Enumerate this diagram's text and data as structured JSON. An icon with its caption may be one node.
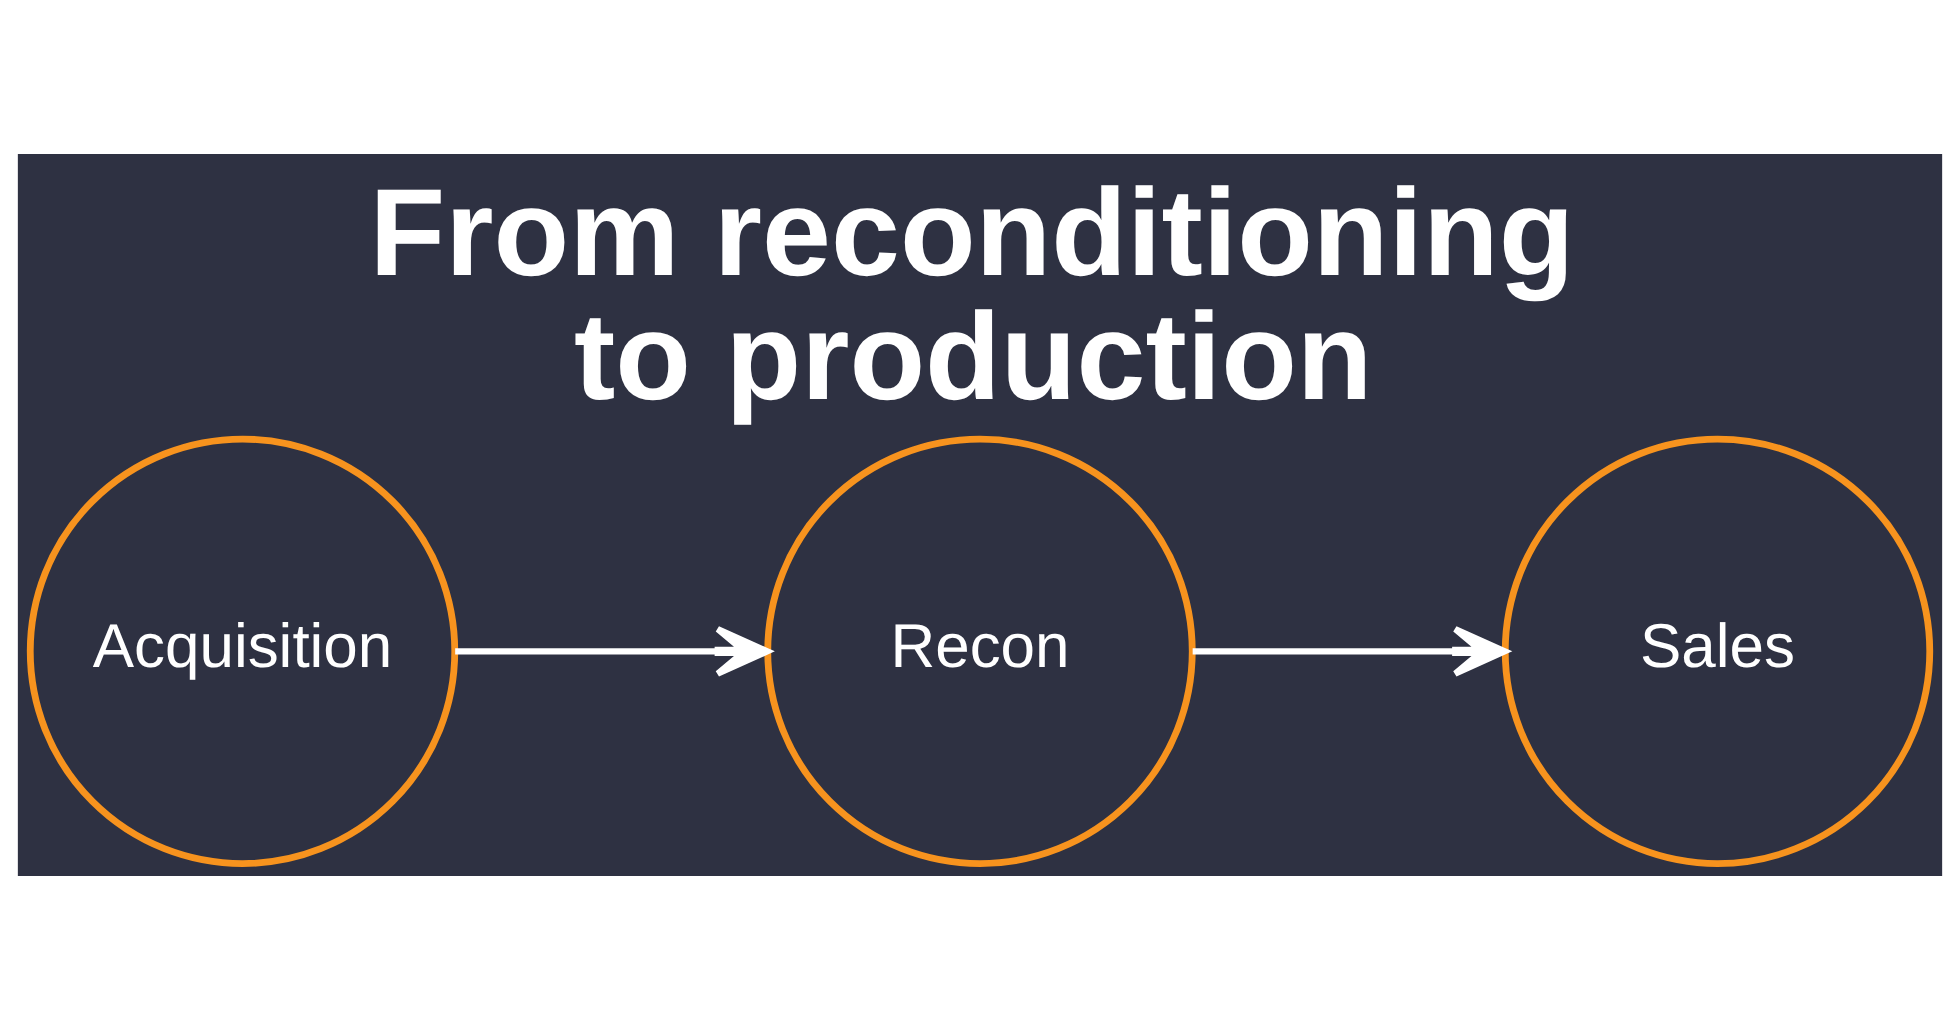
{
  "diagram": {
    "title": "From reconditioning to production",
    "nodes": [
      {
        "text": [
          "Acquisition"
        ]
      },
      {
        "text": [
          "Recon"
        ]
      },
      {
        "text": [
          "Sales"
        ]
      }
    ],
    "edges": [
      {
        "from": 0,
        "to": 1,
        "arrow": "to"
      },
      {
        "from": 1,
        "to": 2,
        "arrow": "to"
      }
    ]
  }
}
